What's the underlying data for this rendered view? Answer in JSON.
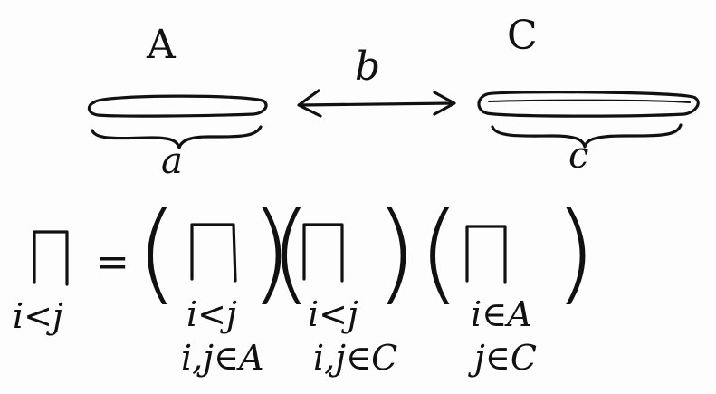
{
  "top": {
    "label_A": "A",
    "label_B": "b",
    "label_C": "C",
    "under_a": "a",
    "under_c": "c"
  },
  "equation": {
    "equals": "=",
    "lhs_index": "i<j",
    "term1_line1": "i<j",
    "term1_line2": "i,j∈A",
    "term2_line1": "i<j",
    "term2_line2": "i,j∈C",
    "term3_line1": "i∈A",
    "term3_line2": "j∈C",
    "open_paren": "(",
    "close_paren": ")"
  }
}
